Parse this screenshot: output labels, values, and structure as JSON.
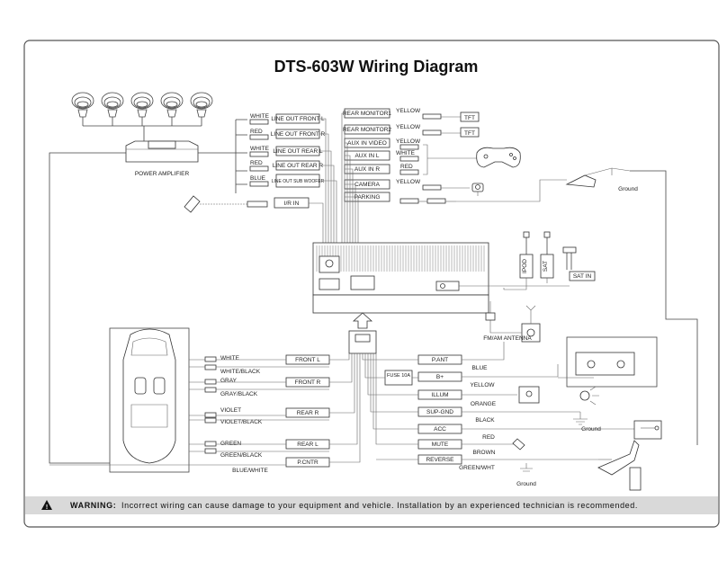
{
  "title": "DTS-603W Wiring Diagram",
  "power_amplifier": "POWER AMPLIFIER",
  "line_out": [
    {
      "color": "WHITE",
      "label": "LINE OUT FRONT L"
    },
    {
      "color": "RED",
      "label": "LINE OUT FRONT R"
    },
    {
      "color": "WHITE",
      "label": "LINE OUT REAR L"
    },
    {
      "color": "RED",
      "label": "LINE OUT REAR R"
    },
    {
      "color": "BLUE",
      "label": "LINE OUT SUB WOOFER"
    }
  ],
  "ir_in": "I/R IN",
  "av_connectors": [
    {
      "label": "REAR MONITOR1",
      "color": "YELLOW",
      "device": "TFT"
    },
    {
      "label": "REAR MONITOR2",
      "color": "YELLOW",
      "device": "TFT"
    },
    {
      "label": "AUX IN VIDEO",
      "color": "YELLOW",
      "device": ""
    },
    {
      "label": "AUX IN L",
      "color": "WHITE",
      "device": ""
    },
    {
      "label": "AUX IN R",
      "color": "RED",
      "device": ""
    },
    {
      "label": "CAMERA",
      "color": "YELLOW",
      "device": ""
    },
    {
      "label": "PARKING",
      "color": "",
      "device": ""
    }
  ],
  "ground_labels": [
    "Ground",
    "Ground",
    "Ground"
  ],
  "ipod": "IPOD",
  "sat": "SAT",
  "sat_in": "SAT IN",
  "antenna": "FM/AM ANTENNA",
  "speakers": [
    {
      "label": "FRONT L",
      "pos": "WHITE",
      "neg": "WHITE/BLACK"
    },
    {
      "label": "FRONT R",
      "pos": "GRAY",
      "neg": "GRAY/BLACK"
    },
    {
      "label": "REAR R",
      "pos": "VIOLET",
      "neg": "VIOLET/BLACK"
    },
    {
      "label": "REAR L",
      "pos": "GREEN",
      "neg": "GREEN/BLACK"
    }
  ],
  "pcntr": {
    "label": "P.CNTR",
    "color": "BLUE/WHITE"
  },
  "fuse": "FUSE 10A",
  "power_wires": [
    {
      "label": "P.ANT",
      "color": "BLUE"
    },
    {
      "label": "B+",
      "color": "YELLOW"
    },
    {
      "label": "ILLUM",
      "color": "ORANGE"
    },
    {
      "label": "SUP-GND",
      "color": "BLACK"
    },
    {
      "label": "ACC",
      "color": "RED"
    },
    {
      "label": "MUTE",
      "color": "BROWN"
    },
    {
      "label": "REVERSE",
      "color": "GREEN/WHT"
    }
  ],
  "warning_label": "WARNING:",
  "warning_text": "Incorrect wiring can cause damage to your equipment and vehicle. Installation by an experienced technician is recommended.",
  "colors": {
    "warning_bar": "#d9d9d9",
    "line": "#444444",
    "border": "#555555"
  }
}
